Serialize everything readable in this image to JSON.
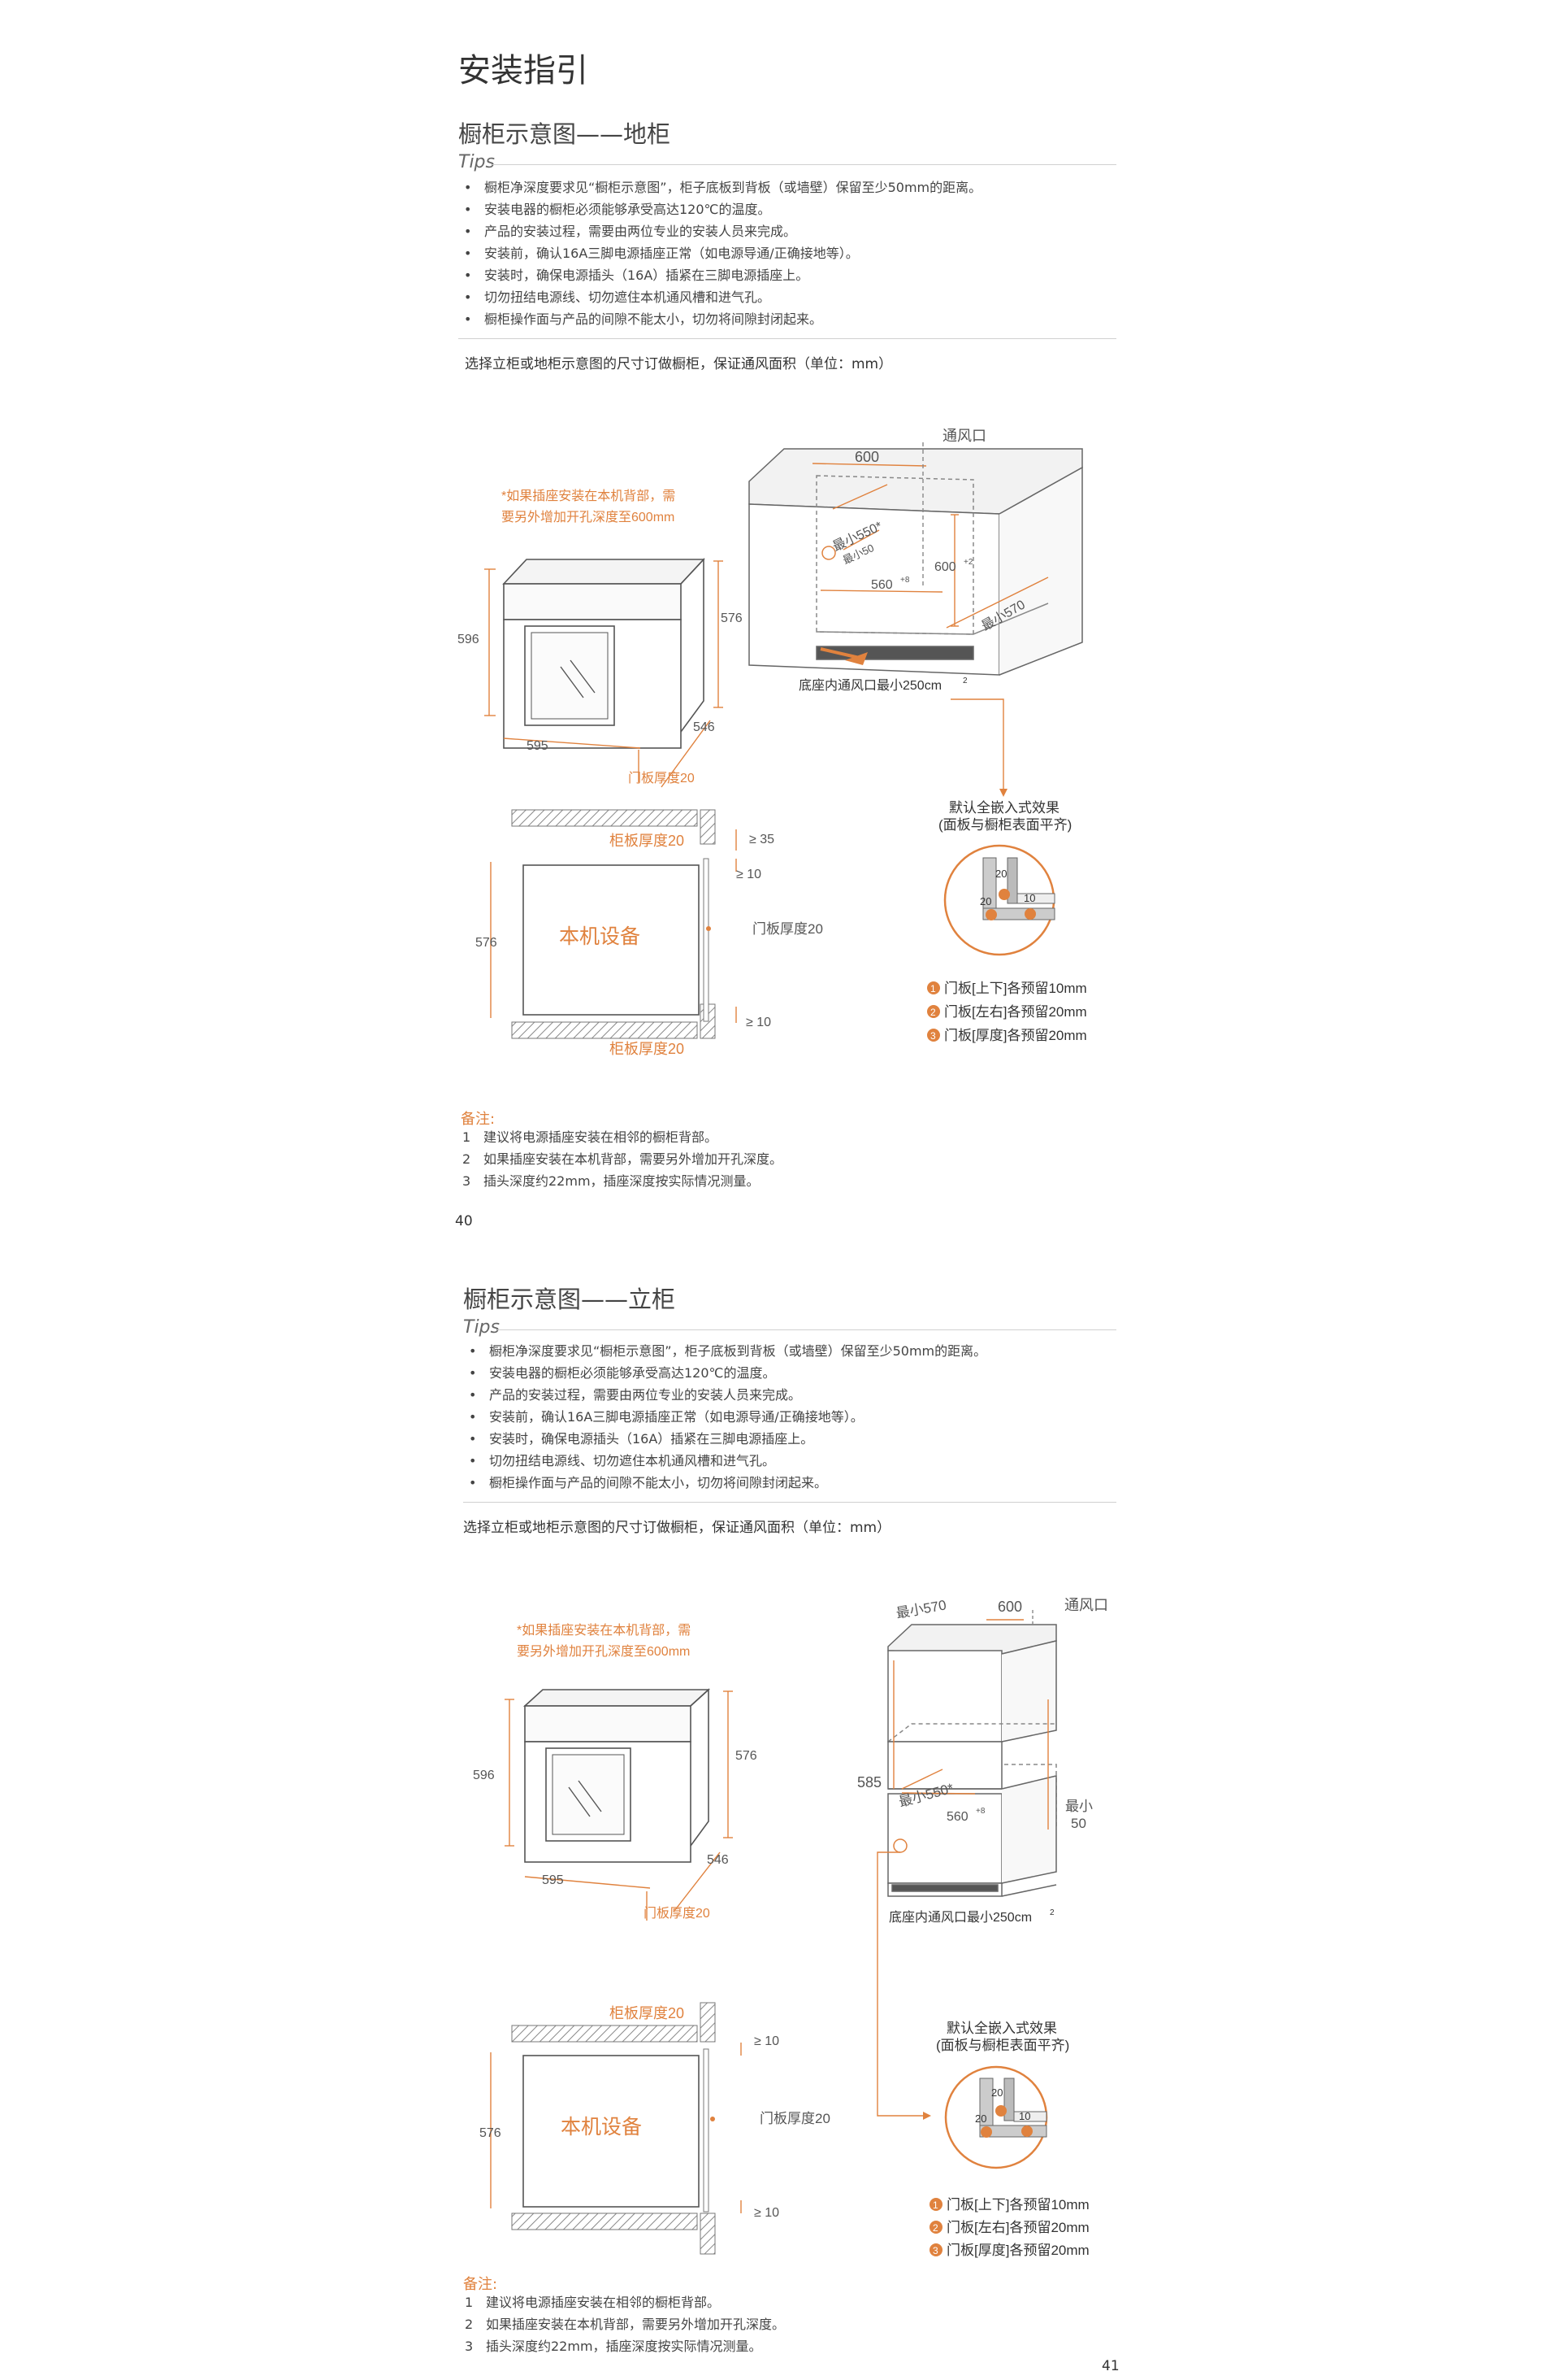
{
  "page_title": "安装指引",
  "sections": [
    {
      "title": "橱柜示意图——地柜",
      "tips_label": "Tips",
      "tips": [
        "橱柜净深度要求见“橱柜示意图”，柜子底板到背板（或墙壁）保留至少50mm的距离。",
        "安装电器的橱柜必须能够承受高达120℃的温度。",
        "产品的安装过程，需要由两位专业的安装人员来完成。",
        "安装前，确认16A三脚电源插座正常（如电源导通/正确接地等）。",
        "安装时，确保电源插头（16A）插紧在三脚电源插座上。",
        "切勿扭结电源线、切勿遮住本机通风槽和进气孔。",
        "橱柜操作面与产品的间隙不能太小，切勿将间隙封闭起来。"
      ],
      "note": "选择立柜或地柜示意图的尺寸订做橱柜，保证通风面积（单位：mm）",
      "figure": {
        "socket_note": [
          "*如果插座安装在本机背部，需",
          "要另外增加开孔深度至600mm"
        ],
        "dims": {
          "height": "596",
          "width": "595",
          "depth": "546",
          "depth_top": "576"
        },
        "door_thickness": "门板厚度20",
        "cab_top_width": "600",
        "vent_label": "通风口",
        "min550": "最小550*",
        "min50": "最小50",
        "w560": "560",
        "w560_sup": "+8",
        "h600": "600",
        "h600_sup": "+2",
        "min570": "最小570",
        "base_vent": "底座内通风口最小250cm",
        "base_vent_sup": "2",
        "flush_title": [
          "默认全嵌入式效果",
          "(面板与橱柜表面平齐)"
        ],
        "cab_thickness": "柜板厚度20",
        "appliance": "本机设备",
        "h576": "576",
        "gap_top": "≥ 35",
        "gap_top2": "≥ 10",
        "gap_bottom": "≥ 10",
        "door_side": "门板厚度20",
        "detail": {
          "a": "20",
          "b": "20",
          "c": "10"
        },
        "legend": [
          {
            "num": "1",
            "text": "门板[上下]各预留10mm"
          },
          {
            "num": "2",
            "text": "门板[左右]各预留20mm"
          },
          {
            "num": "3",
            "text": "门板[厚度]各预留20mm"
          }
        ]
      },
      "notes_title": "备注:",
      "notes": [
        {
          "num": "1",
          "text": "建议将电源插座安装在相邻的橱柜背部。"
        },
        {
          "num": "2",
          "text": "如果插座安装在本机背部，需要另外增加开孔深度。"
        },
        {
          "num": "3",
          "text": "插头深度约22mm，插座深度按实际情况测量。"
        }
      ],
      "page_number": "40"
    },
    {
      "title": "橱柜示意图——立柜",
      "tips_label": "Tips",
      "tips": [
        "橱柜净深度要求见“橱柜示意图”，柜子底板到背板（或墙壁）保留至少50mm的距离。",
        "安装电器的橱柜必须能够承受高达120℃的温度。",
        "产品的安装过程，需要由两位专业的安装人员来完成。",
        "安装前，确认16A三脚电源插座正常（如电源导通/正确接地等）。",
        "安装时，确保电源插头（16A）插紧在三脚电源插座上。",
        "切勿扭结电源线、切勿遮住本机通风槽和进气孔。",
        "橱柜操作面与产品的间隙不能太小，切勿将间隙封闭起来。"
      ],
      "note": "选择立柜或地柜示意图的尺寸订做橱柜，保证通风面积（单位：mm）",
      "figure": {
        "socket_note": [
          "*如果插座安装在本机背部，需",
          "要另外增加开孔深度至600mm"
        ],
        "dims": {
          "height": "596",
          "width": "595",
          "depth": "546",
          "depth_top": "576"
        },
        "door_thickness": "门板厚度20",
        "min570": "最小570",
        "w600": "600",
        "vent_label": "通风口",
        "h585": "585",
        "min550": "最小550*",
        "w560": "560",
        "w560_sup": "+8",
        "min50a": "最小",
        "min50b": "50",
        "base_vent": "底座内通风口最小250cm",
        "base_vent_sup": "2",
        "flush_title": [
          "默认全嵌入式效果",
          "(面板与橱柜表面平齐)"
        ],
        "cab_thickness": "柜板厚度20",
        "appliance": "本机设备",
        "h576": "576",
        "gap_top": "≥ 10",
        "gap_bottom": "≥ 10",
        "door_side": "门板厚度20",
        "detail": {
          "a": "20",
          "b": "20",
          "c": "10"
        },
        "legend": [
          {
            "num": "1",
            "text": "门板[上下]各预留10mm"
          },
          {
            "num": "2",
            "text": "门板[左右]各预留20mm"
          },
          {
            "num": "3",
            "text": "门板[厚度]各预留20mm"
          }
        ]
      },
      "notes_title": "备注:",
      "notes": [
        {
          "num": "1",
          "text": "建议将电源插座安装在相邻的橱柜背部。"
        },
        {
          "num": "2",
          "text": "如果插座安装在本机背部，需要另外增加开孔深度。"
        },
        {
          "num": "3",
          "text": "插头深度约22mm，插座深度按实际情况测量。"
        }
      ],
      "page_number": "41"
    }
  ],
  "colors": {
    "accent": "#e0823e",
    "line": "#555555",
    "hatch": "#888888"
  }
}
